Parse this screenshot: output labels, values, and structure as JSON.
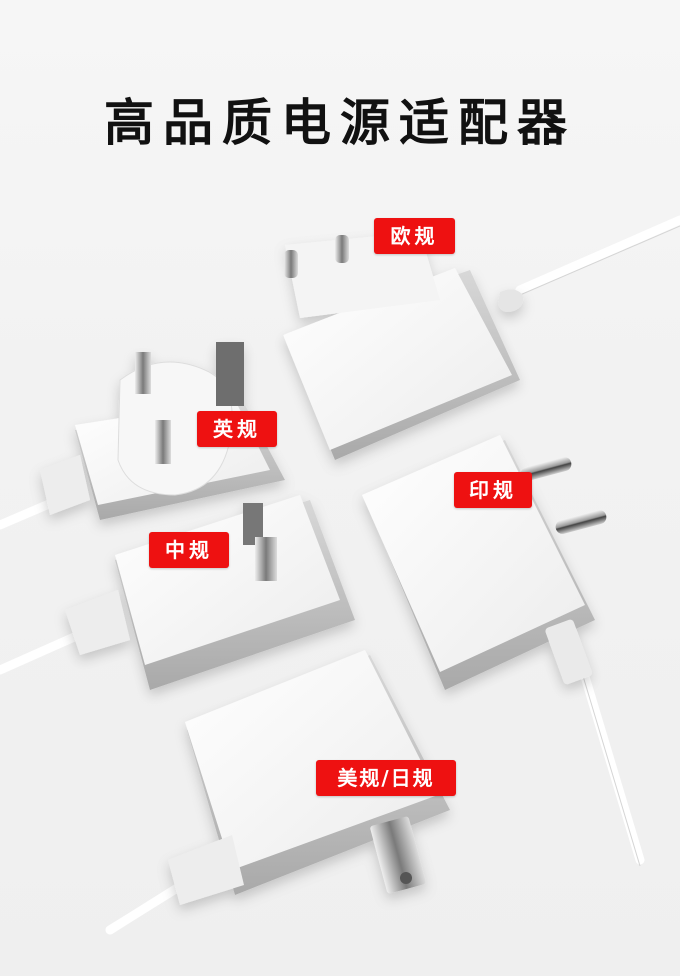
{
  "header": {
    "title": "高品质电源适配器"
  },
  "labels": {
    "eu": "欧规",
    "uk": "英规",
    "cn": "中规",
    "in": "印规",
    "us_jp": "美规/日规"
  },
  "colors": {
    "label_bg": "#ee1111",
    "label_text": "#ffffff",
    "title_text": "#111111",
    "background": "#f2f2f2"
  }
}
